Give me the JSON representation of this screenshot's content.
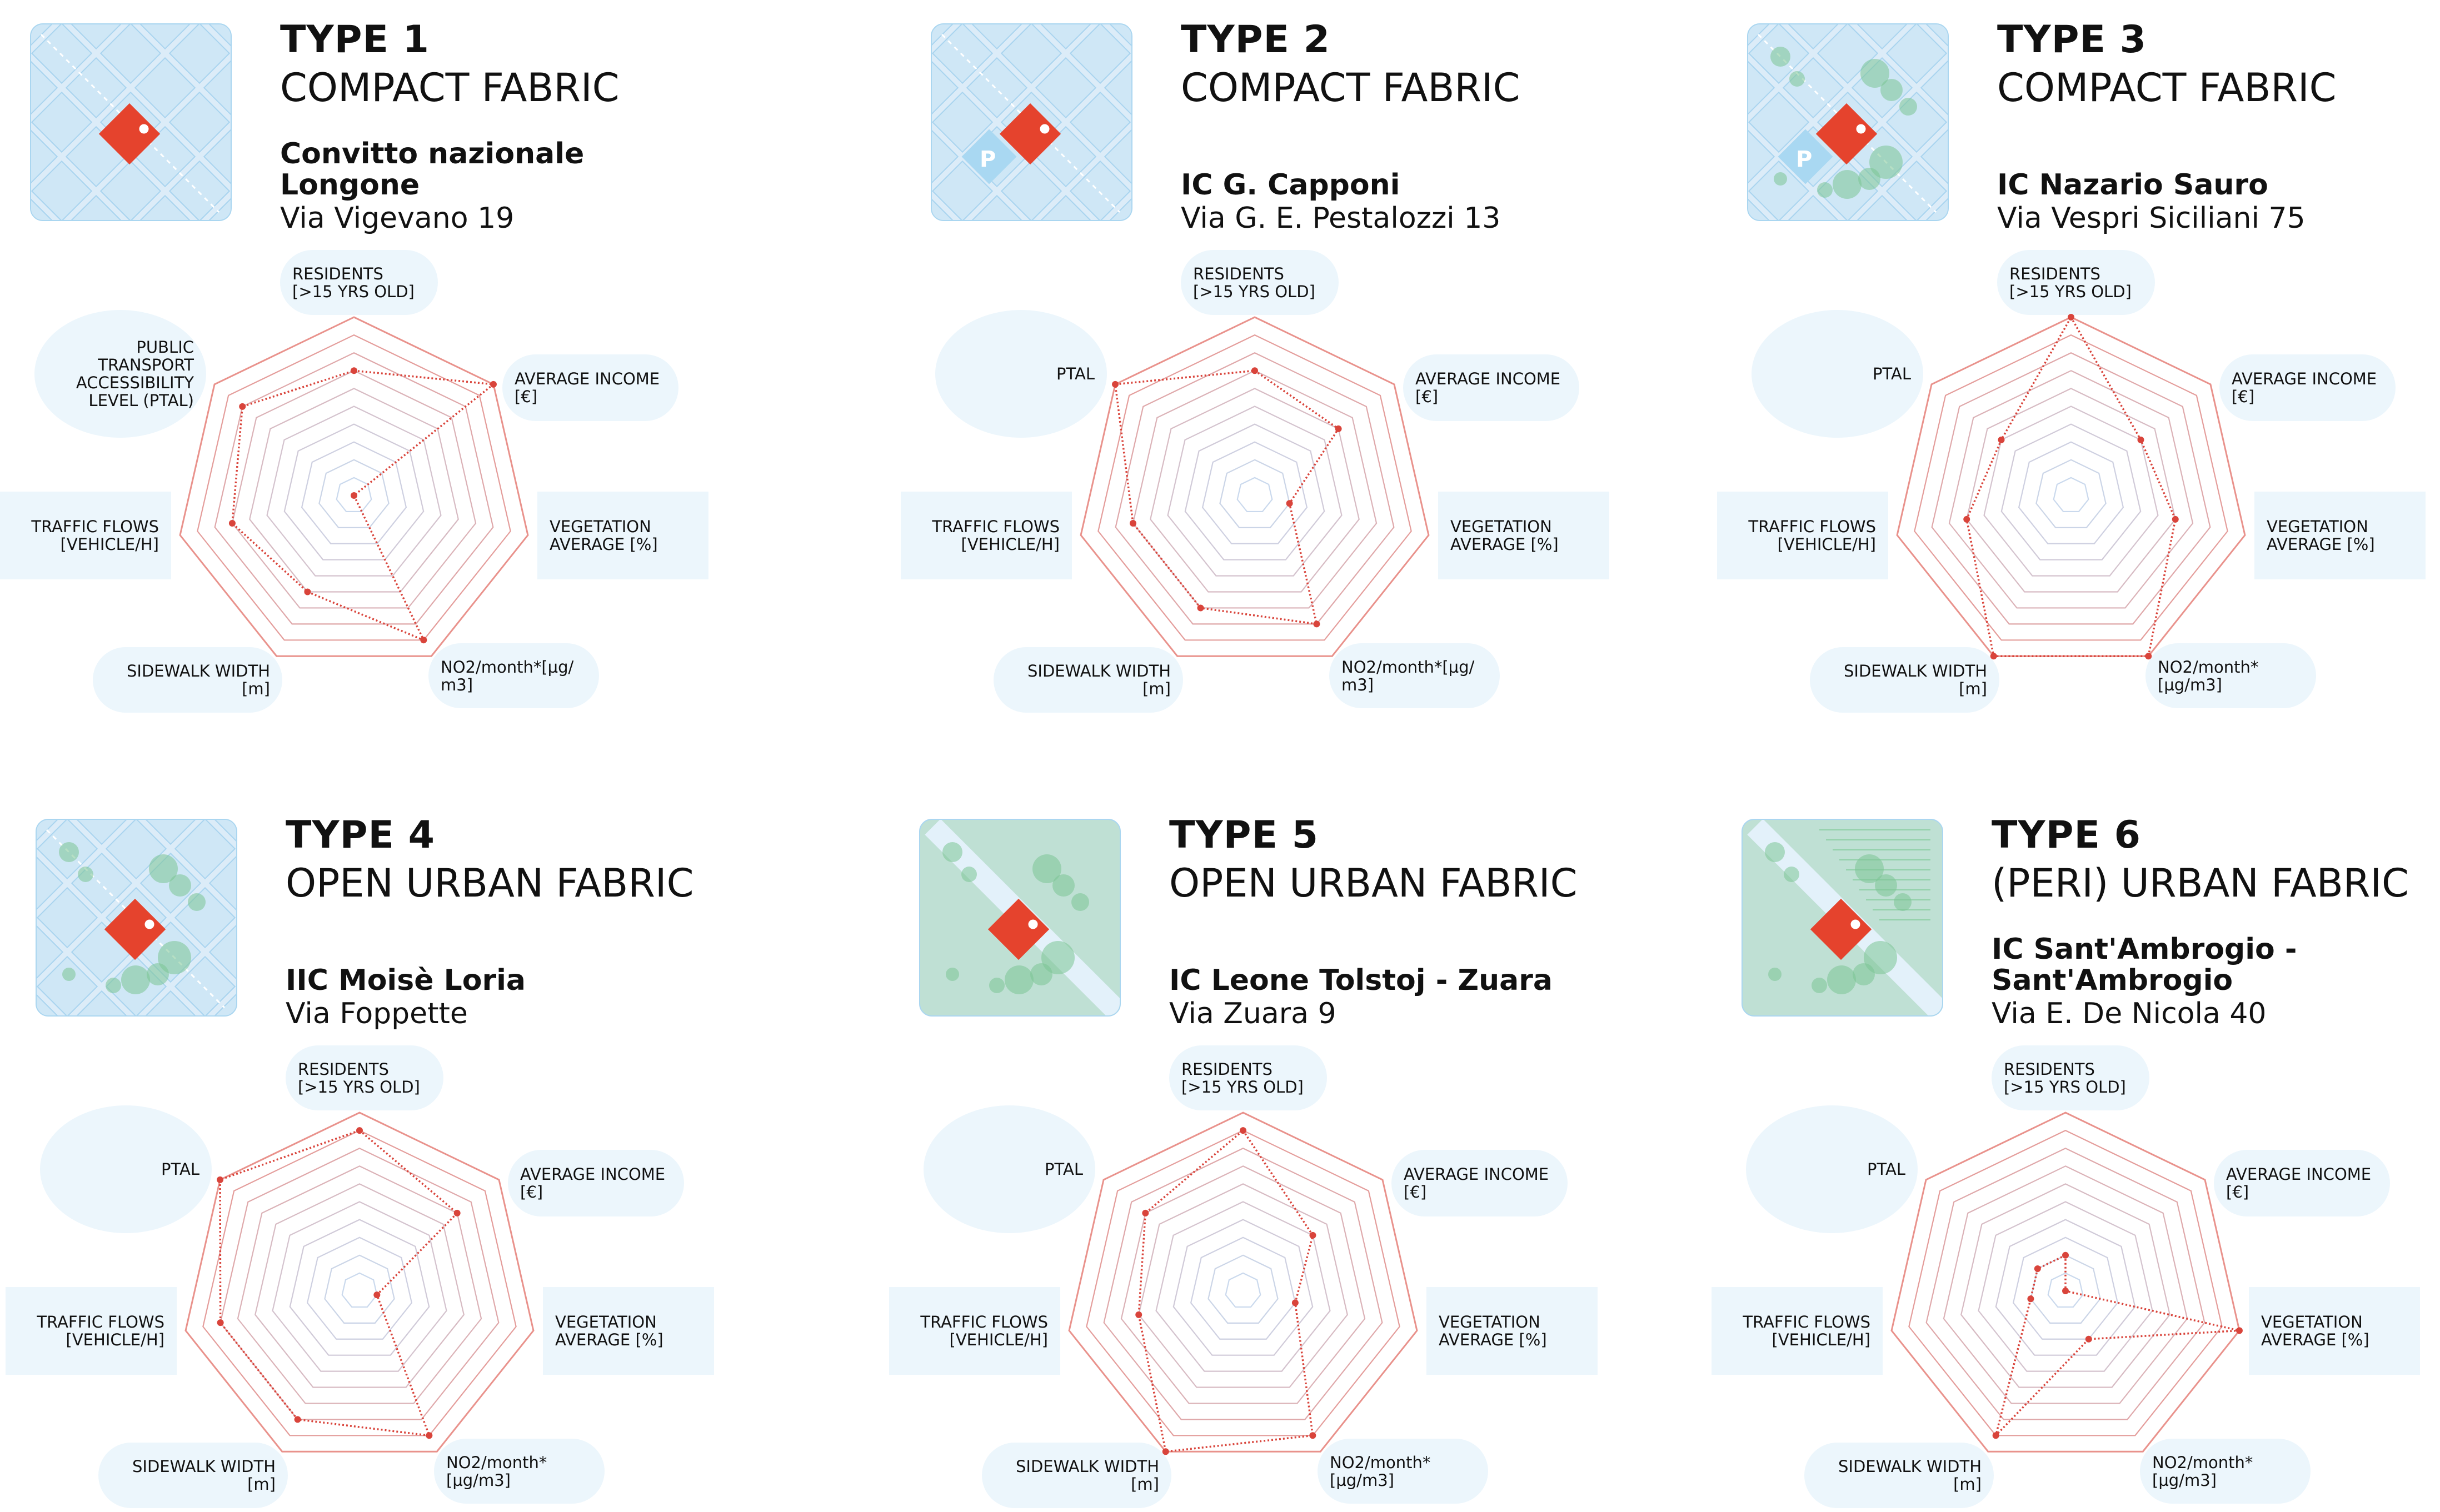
{
  "colors": {
    "accent": "#d9443b",
    "ring_outer": "#e9928c",
    "ring_inner": "#c9dbef",
    "label_bg": "#ecf6fc",
    "building": "#e5432d"
  },
  "panels": [
    {
      "type": "TYPE 1",
      "fabric": "COMPACT FABRIC",
      "school": "Convitto nazionale\nLongone",
      "address": "Via Vigevano 19",
      "map_theme": "urban",
      "map_icon": "site-map-icon"
    },
    {
      "type": "TYPE 2",
      "fabric": "COMPACT FABRIC",
      "school": "IC G. Capponi",
      "address": "Via G. E. Pestalozzi 13",
      "map_theme": "urban-parking",
      "map_icon": "site-map-icon"
    },
    {
      "type": "TYPE 3",
      "fabric": "COMPACT FABRIC",
      "school": "IC Nazario Sauro",
      "address": "Via Vespri Siciliani 75",
      "map_theme": "urban-trees-parking",
      "map_icon": "site-map-icon"
    },
    {
      "type": "TYPE 4",
      "fabric": "OPEN URBAN FABRIC",
      "school": "IIC Moisè Loria",
      "address": "Via Foppette",
      "map_theme": "urban-trees",
      "map_icon": "site-map-icon"
    },
    {
      "type": "TYPE 5",
      "fabric": "OPEN URBAN FABRIC",
      "school": "IC Leone Tolstoj - Zuara",
      "address": "Via Zuara 9",
      "map_theme": "green",
      "map_icon": "site-map-icon"
    },
    {
      "type": "TYPE 6",
      "fabric": "(PERI) URBAN FABRIC",
      "school": "IC Sant'Ambrogio -\nSant'Ambrogio",
      "address": "Via E. De Nicola 40",
      "map_theme": "green-fields",
      "map_icon": "site-map-icon"
    }
  ],
  "chart_data": [
    {
      "type": "radar",
      "title": "TYPE 1",
      "axes": [
        "RESIDENTS\n[>15 YRS OLD]",
        "AVERAGE INCOME\n[€]",
        "VEGETATION\nAVERAGE [%]",
        "NO2/month*[µg/\nm3]",
        "SIDEWALK WIDTH\n[m]",
        "TRAFFIC FLOWS\n[VEHICLE/H]",
        "PUBLIC\nTRANSPORT\nACCESSIBILITY\nLEVEL (PTAL)"
      ],
      "values": [
        7,
        10,
        0,
        9,
        6,
        7,
        8
      ],
      "range": [
        0,
        10
      ],
      "rings": 10
    },
    {
      "type": "radar",
      "title": "TYPE 2",
      "axes": [
        "RESIDENTS\n[>15 YRS OLD]",
        "AVERAGE INCOME\n[€]",
        "VEGETATION\nAVERAGE [%]",
        "NO2/month*[µg/\nm3]",
        "SIDEWALK WIDTH\n[m]",
        "TRAFFIC FLOWS\n[VEHICLE/H]",
        "PTAL"
      ],
      "values": [
        7,
        6,
        2,
        8,
        7,
        7,
        10
      ],
      "range": [
        0,
        10
      ],
      "rings": 10
    },
    {
      "type": "radar",
      "title": "TYPE 3",
      "axes": [
        "RESIDENTS\n[>15 YRS OLD]",
        "AVERAGE INCOME\n[€]",
        "VEGETATION\nAVERAGE [%]",
        "NO2/month*\n[µg/m3]",
        "SIDEWALK WIDTH\n[m]",
        "TRAFFIC FLOWS\n[VEHICLE/H]",
        "PTAL"
      ],
      "values": [
        10,
        5,
        6,
        10,
        10,
        6,
        5
      ],
      "range": [
        0,
        10
      ],
      "rings": 10
    },
    {
      "type": "radar",
      "title": "TYPE 4",
      "axes": [
        "RESIDENTS\n[>15 YRS OLD]",
        "AVERAGE INCOME\n[€]",
        "VEGETATION\nAVERAGE [%]",
        "NO2/month*\n[µg/m3]",
        "SIDEWALK WIDTH\n[m]",
        "TRAFFIC FLOWS\n[VEHICLE/H]",
        "PTAL"
      ],
      "values": [
        9,
        7,
        1,
        9,
        8,
        8,
        10
      ],
      "range": [
        0,
        10
      ],
      "rings": 10
    },
    {
      "type": "radar",
      "title": "TYPE 5",
      "axes": [
        "RESIDENTS\n[>15 YRS OLD]",
        "AVERAGE INCOME\n[€]",
        "VEGETATION\nAVERAGE [%]",
        "NO2/month*\n[µg/m3]",
        "SIDEWALK WIDTH\n[m]",
        "TRAFFIC FLOWS\n[VEHICLE/H]",
        "PTAL"
      ],
      "values": [
        9,
        5,
        3,
        9,
        10,
        6,
        7
      ],
      "range": [
        0,
        10
      ],
      "rings": 10
    },
    {
      "type": "radar",
      "title": "TYPE 6",
      "axes": [
        "RESIDENTS\n[>15 YRS OLD]",
        "AVERAGE INCOME\n[€]",
        "VEGETATION\nAVERAGE [%]",
        "NO2/month*\n[µg/m3]",
        "SIDEWALK WIDTH\n[m]",
        "TRAFFIC FLOWS\n[VEHICLE/H]",
        "PTAL"
      ],
      "values": [
        2,
        0,
        10,
        3,
        9,
        2,
        2
      ],
      "range": [
        0,
        10
      ],
      "rings": 10
    }
  ]
}
